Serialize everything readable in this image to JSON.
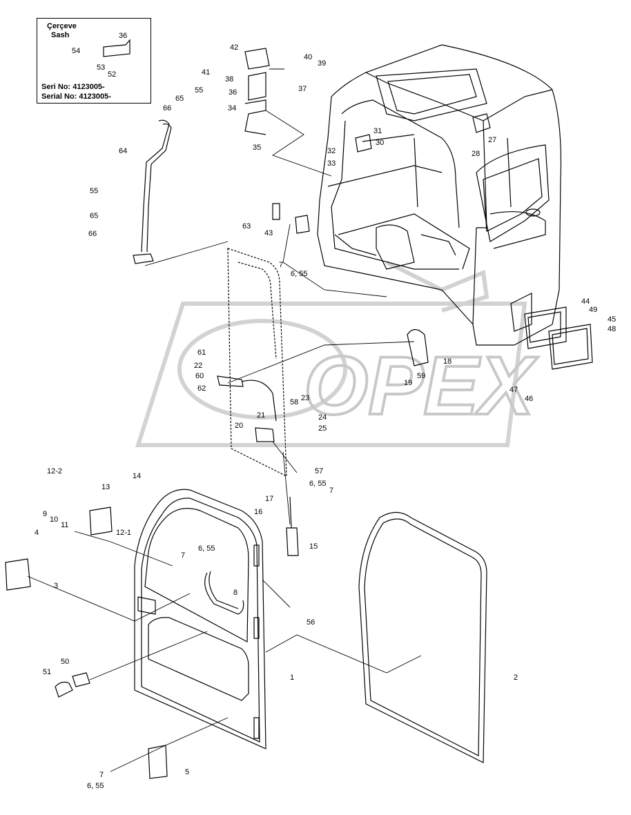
{
  "inset": {
    "frame_label_tr": "Çerçeve",
    "frame_label_en": "Sash",
    "serial_tr": "Seri No: 4123005-",
    "serial_en": "Serial No: 4123005-",
    "callouts": [
      "36",
      "54",
      "53",
      "52"
    ]
  },
  "watermark": {
    "text": "OPEX",
    "color": "#bdbdbd"
  },
  "callouts": [
    "42",
    "40",
    "39",
    "41",
    "38",
    "37",
    "36",
    "55",
    "65",
    "66",
    "34",
    "35",
    "31",
    "30",
    "32",
    "33",
    "28",
    "27",
    "64",
    "55",
    "65",
    "66",
    "63",
    "43",
    "7",
    "6, 55",
    "44",
    "49",
    "45",
    "48",
    "61",
    "22",
    "60",
    "62",
    "23",
    "58",
    "21",
    "18",
    "59",
    "19",
    "47",
    "46",
    "24",
    "25",
    "20",
    "57",
    "6, 55",
    "7",
    "12-2",
    "14",
    "13",
    "9",
    "10",
    "11",
    "12-1",
    "17",
    "16",
    "15",
    "4",
    "3",
    "6, 55",
    "7",
    "8",
    "56",
    "50",
    "51",
    "1",
    "2",
    "7",
    "6, 55",
    "5"
  ],
  "colors": {
    "line": "#000000",
    "background": "#ffffff"
  }
}
